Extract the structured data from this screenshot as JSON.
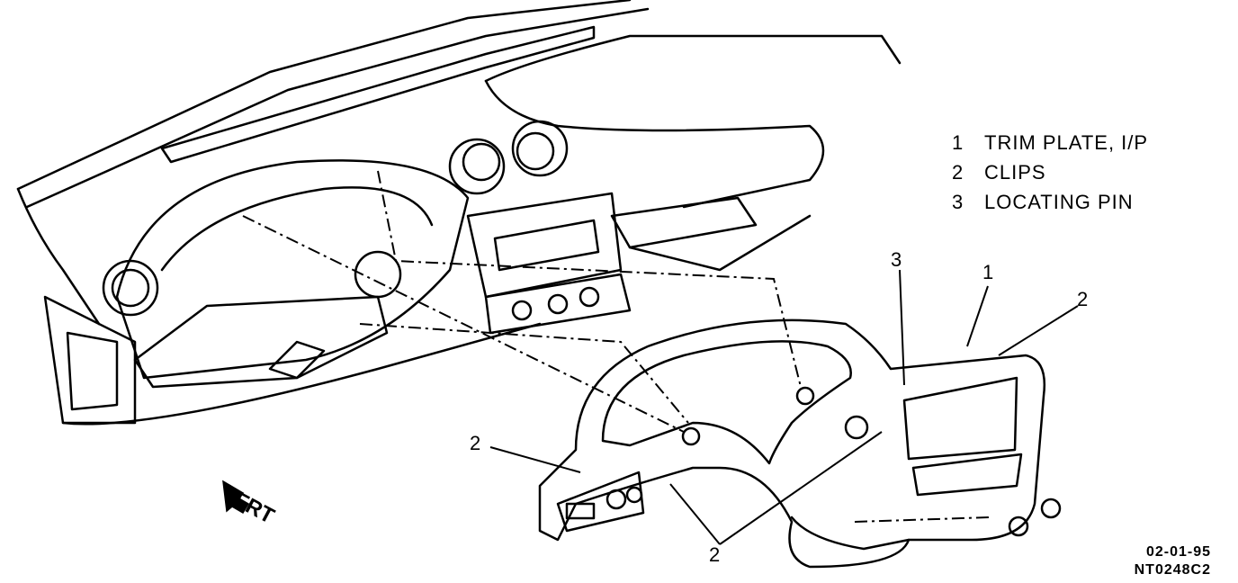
{
  "legend": [
    {
      "num": "1",
      "label": "TRIM PLATE, I/P"
    },
    {
      "num": "2",
      "label": "CLIPS"
    },
    {
      "num": "3",
      "label": "LOCATING PIN"
    }
  ],
  "callouts": {
    "pin": "3",
    "trim": "1",
    "clip_right": "2",
    "clip_left": "2",
    "clip_bottom": "2"
  },
  "direction_label": "FRT",
  "reference": {
    "date": "02-01-95",
    "code": "NT0248C2"
  }
}
